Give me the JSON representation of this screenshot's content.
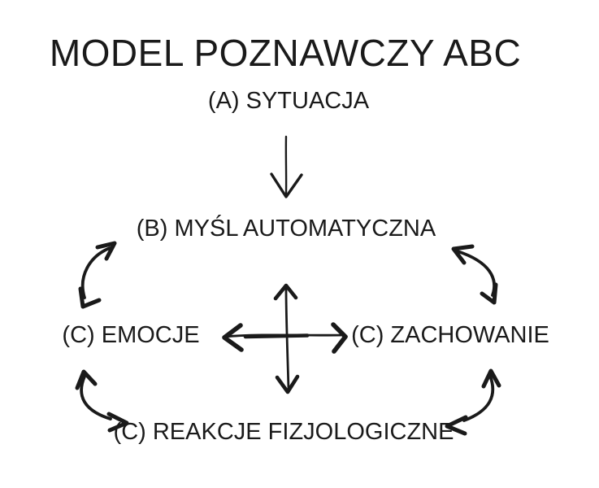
{
  "diagram": {
    "title": "MODEL POZNAWCZY ABC",
    "nodes": {
      "a": {
        "label": "(A) SYTUACJA"
      },
      "b": {
        "label": "(B) MYŚL AUTOMATYCZNA"
      },
      "c_emotions": {
        "label": "(C) EMOCJE"
      },
      "c_behavior": {
        "label": "(C) ZACHOWANIE"
      },
      "c_physiological": {
        "label": "(C) REAKCJE FIZJOLOGICZNE"
      }
    },
    "arrows": {
      "a_to_b": "single-down-arrow",
      "b_to_emotions": "curved-double-headed-arrow",
      "b_to_behavior": "curved-double-headed-arrow",
      "emotions_to_physiological": "curved-double-headed-arrow",
      "behavior_to_physiological": "curved-double-headed-arrow",
      "center": "four-way-double-arrow-cross"
    },
    "colors": {
      "ink": "#1a1a1a",
      "background": "#ffffff"
    }
  }
}
